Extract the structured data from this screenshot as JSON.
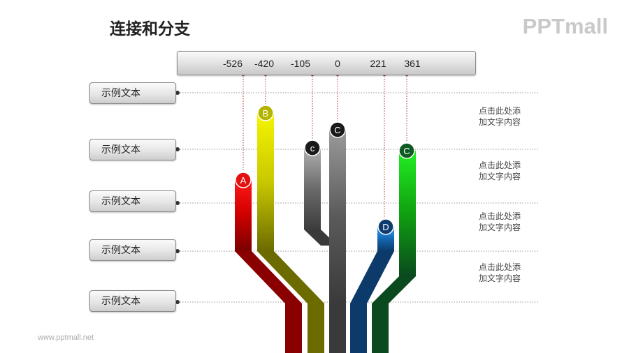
{
  "title": "连接和分支",
  "brand": "PPTmall",
  "footer": "www.pptmall.net",
  "scale_values": [
    "-526",
    "-420",
    "-105",
    "0",
    "221",
    "361"
  ],
  "row_labels": [
    "示例文本",
    "示例文本",
    "示例文本",
    "示例文本",
    "示例文本"
  ],
  "notes": [
    "点击此处添\n加文字内容",
    "点击此处添\n加文字内容",
    "点击此处添\n加文字内容",
    "点击此处添\n加文字内容"
  ],
  "branches": [
    {
      "letter": "A",
      "scale": "-526",
      "color": "#cc1111"
    },
    {
      "letter": "B",
      "scale": "-420",
      "color": "#b8b800"
    },
    {
      "letter": "c",
      "scale": "-105",
      "color": "#555555"
    },
    {
      "letter": "C",
      "scale": "0",
      "color": "#333333"
    },
    {
      "letter": "D",
      "scale": "221",
      "color": "#1a6fb5"
    },
    {
      "letter": "C",
      "scale": "361",
      "color": "#1a9a1a"
    }
  ]
}
